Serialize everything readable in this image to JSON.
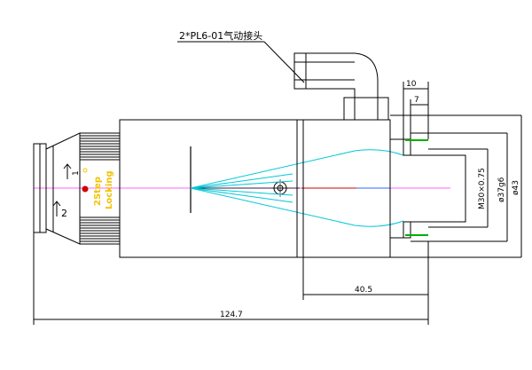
{
  "callout": {
    "text": "2*PL6-01气动接头"
  },
  "lens_label": {
    "line1": "2Step",
    "line2": "Locking"
  },
  "arrows": {
    "one": "1",
    "two": "2"
  },
  "dimensions": {
    "d10": "10",
    "d7": "7",
    "thread": "M30×0.75",
    "d37": "ø37g6",
    "d43": "ø43",
    "d40_5": "40.5",
    "d124_7": "124.7"
  },
  "colors": {
    "outline": "#000000",
    "beam": "#00c8d8",
    "axis": "#ff66ff",
    "green": "#00b000",
    "red": "#d00000",
    "label_yellow": "#f2c200",
    "blue": "#3366ff"
  }
}
